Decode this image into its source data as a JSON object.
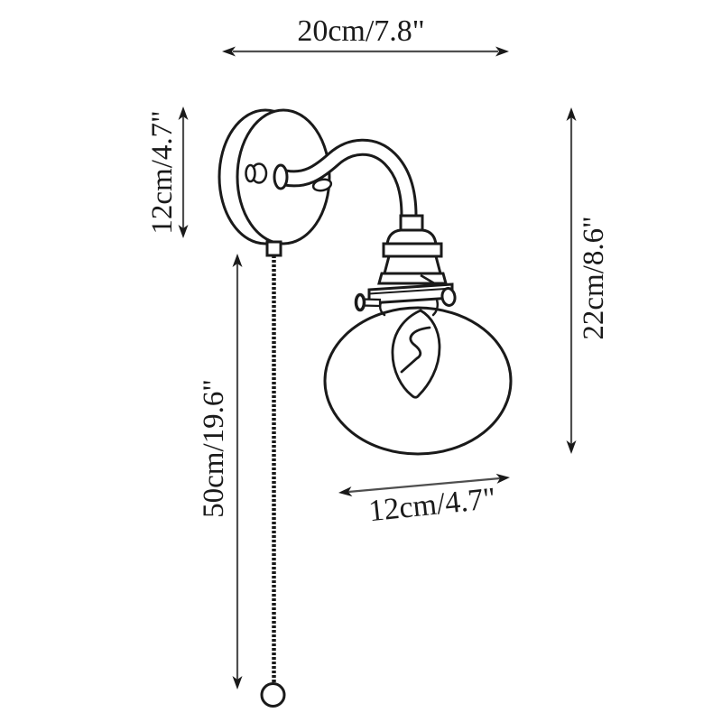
{
  "figure": {
    "kind": "wall-sconce-dimension-drawing",
    "description": "Line drawing of a wall lamp with gooseneck arm, glass globe shade, bulb and pull chain, annotated with dimension arrows"
  },
  "labels": {
    "top_width": "20cm/7.8\"",
    "plate_height": "12cm/4.7\"",
    "fixture_height": "22cm/8.6\"",
    "cord_length": "50cm/19.6\"",
    "shade_width": "12cm/4.7\""
  },
  "colors": {
    "background": "#ffffff",
    "ink": "#1a1a1a",
    "dimension_line": "#4f4f4f"
  }
}
